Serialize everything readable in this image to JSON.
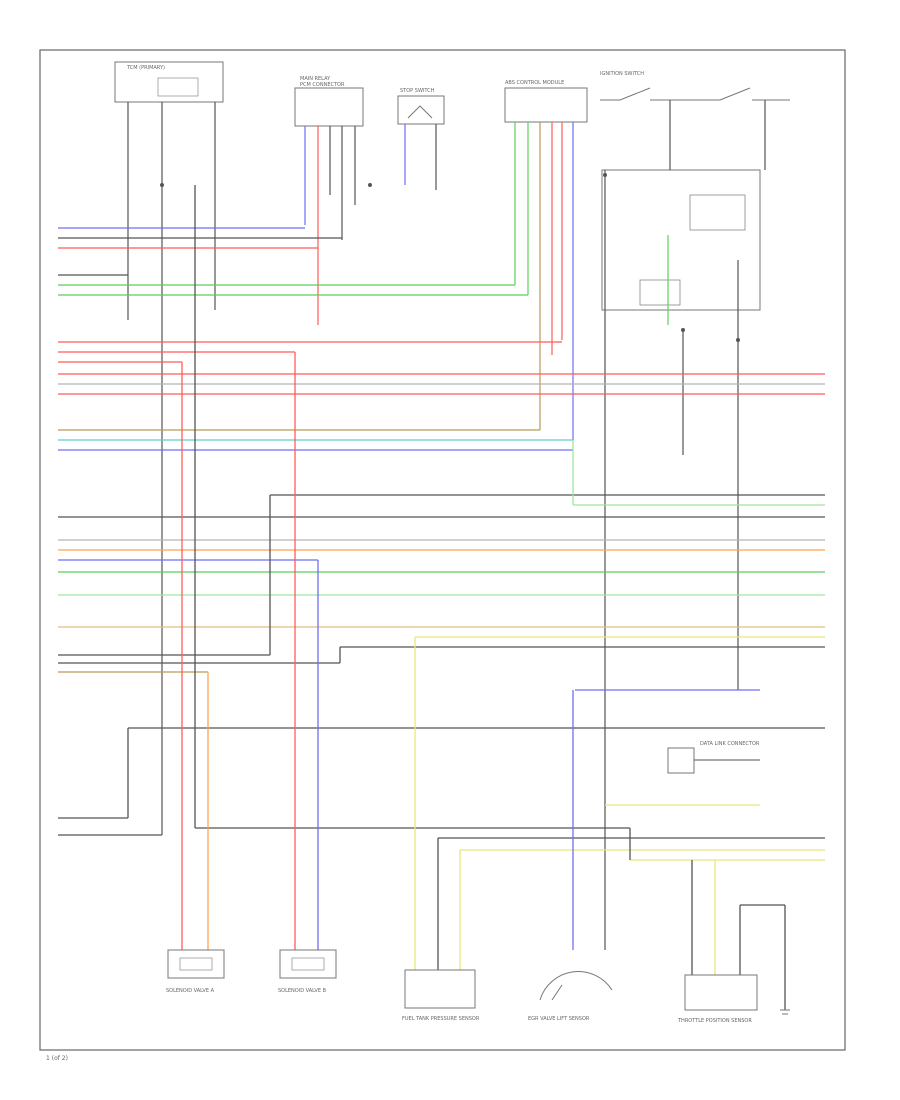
{
  "page": {
    "footer": "1 (of 2)"
  },
  "colors": {
    "blue": "#6f6ff2",
    "red": "#ff5c5c",
    "green": "#5ccf5c",
    "lightgreen": "#9ee89e",
    "orange": "#ffa550",
    "brown": "#b89a5a",
    "yellow": "#e8e87a",
    "gray": "#b4b4b4",
    "pink": "#f5a0a0",
    "wire_dark": "#555555"
  },
  "components": {
    "top": [
      "TCM (PRIMARY)",
      "MAIN RELAY",
      "PCM CONNECTOR",
      "STOP SWITCH",
      "ABS CONTROL MODULE"
    ],
    "bottom": [
      "SOLENOID VALVE A",
      "SOLENOID VALVE B",
      "FUEL TANK PRESSURE SENSOR",
      "EGR VALVE LIFT SENSOR",
      "THROTTLE POSITION SENSOR"
    ],
    "right": [
      "DATA LINK CONNECTOR",
      "IGNITION SWITCH"
    ]
  }
}
